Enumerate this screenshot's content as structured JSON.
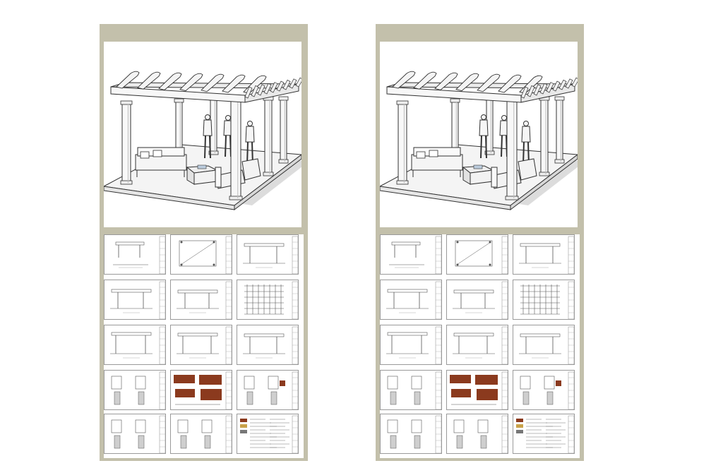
{
  "panels": [
    {
      "id": "left"
    },
    {
      "id": "right"
    }
  ],
  "sheet_grid": {
    "rows": 5,
    "cols": 3
  },
  "colors": {
    "panel": "#c3c0ab",
    "page": "#ffffff",
    "line": "#333333",
    "wood": "#8b3a1e",
    "sheet_border": "#9a9a9a"
  }
}
